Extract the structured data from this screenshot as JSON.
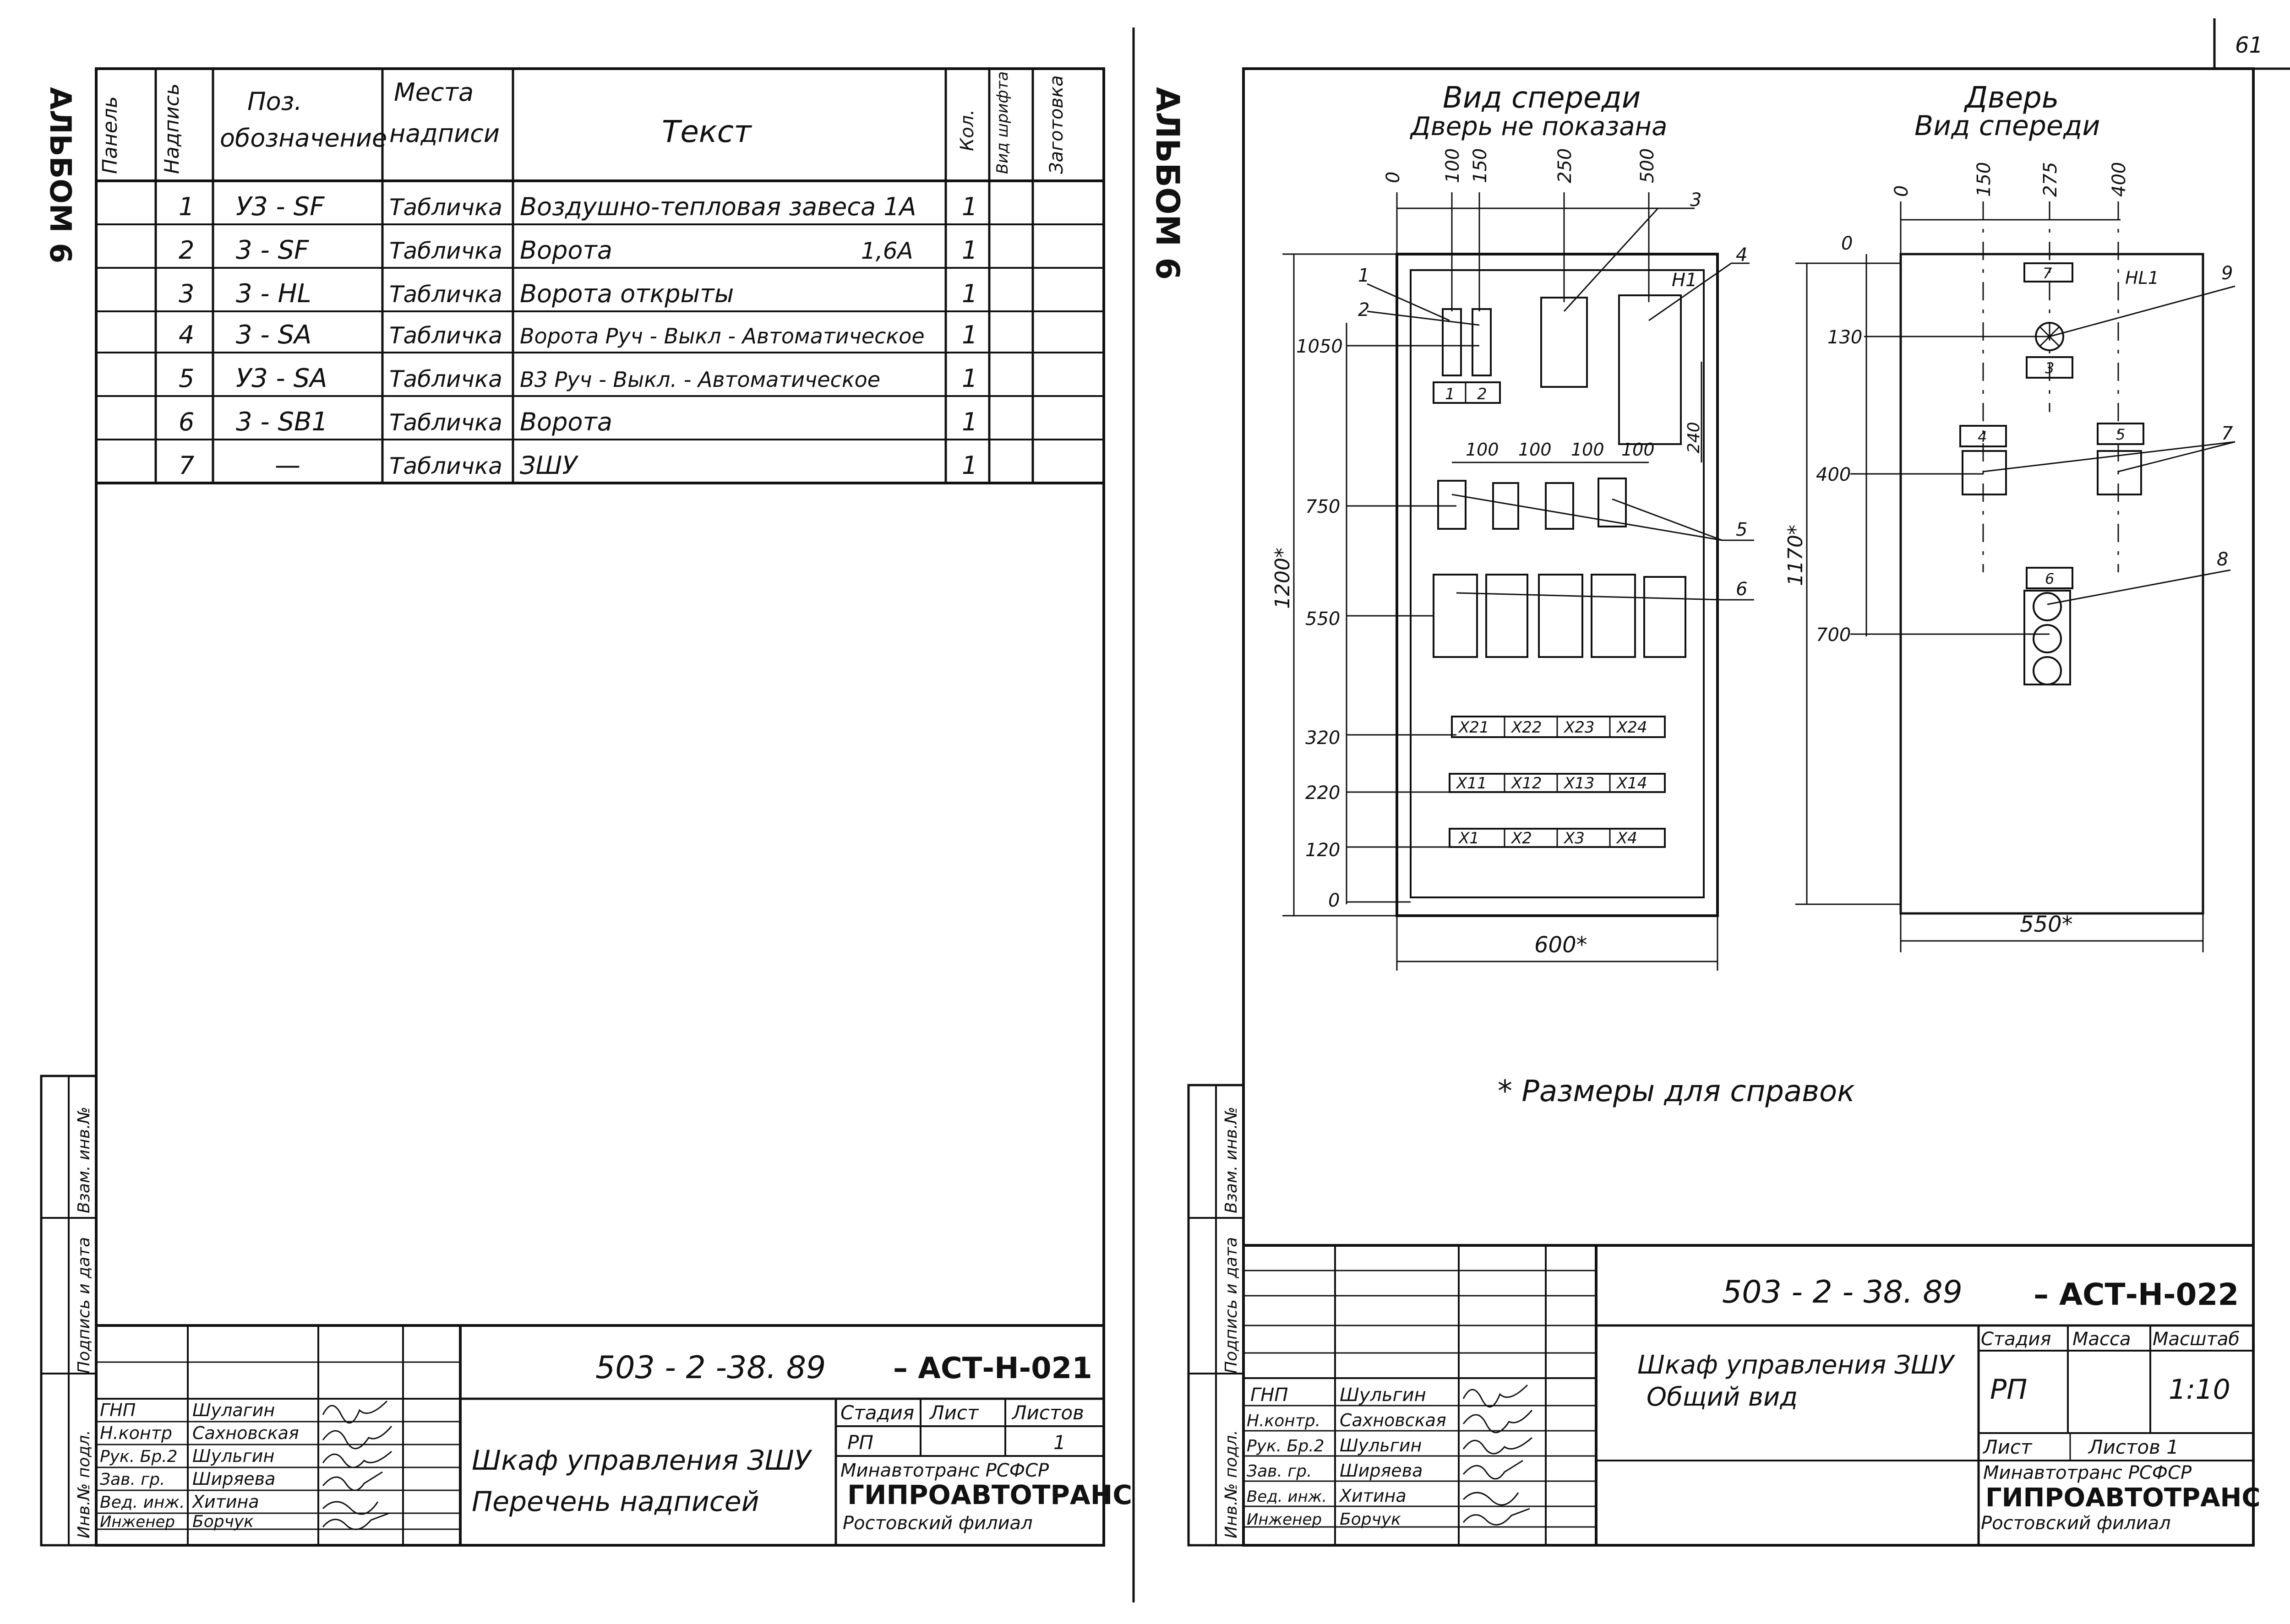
{
  "page_number": "61",
  "left_sheet": {
    "album_label": "АЛЬБОМ 6",
    "headers": {
      "panel": "Панель",
      "label_no": "Надпись",
      "pos": "Поз. обозначение",
      "place": "Места надписи",
      "text": "Текст",
      "qty": "Кол.",
      "font": "Вид шрифта",
      "blank": "Заготовка"
    },
    "rows": [
      {
        "n": "1",
        "pos": "У3 - SF",
        "place": "Табличка",
        "text": "Воздушно-тепловая завеса 1А",
        "qty": "1"
      },
      {
        "n": "2",
        "pos": "3 - SF",
        "place": "Табличка",
        "text": "Ворота",
        "extra": "1,6А",
        "qty": "1"
      },
      {
        "n": "3",
        "pos": "3 - HL",
        "place": "Табличка",
        "text": "Ворота открыты",
        "qty": "1"
      },
      {
        "n": "4",
        "pos": "3 - SA",
        "place": "Табличка",
        "text": "Ворота Руч - Выкл - Автоматическое",
        "qty": "1"
      },
      {
        "n": "5",
        "pos": "У3 - SA",
        "place": "Табличка",
        "text": "В3 Руч - Выкл. - Автоматическое",
        "qty": "1"
      },
      {
        "n": "6",
        "pos": "3 - SB1",
        "place": "Табличка",
        "text": "Ворота",
        "qty": "1"
      },
      {
        "n": "7",
        "pos": "—",
        "place": "Табличка",
        "text": "ЗШУ",
        "qty": "1"
      }
    ],
    "side_stamp": {
      "inv_orig": "Инв.№ подл.",
      "sign_date": "Подпись и дата",
      "instead_inv": "Взам. инв.№"
    },
    "title_block": {
      "doc_code": "503 - 2 -38. 89",
      "doc_suffix": "– АСТ-Н-021",
      "roles": [
        "ГНП",
        "Н.контр",
        "Рук. Бр.2",
        "Зав. гр.",
        "Вед. инж.",
        "Инженер"
      ],
      "names": [
        "Шулагин",
        "Сахновская",
        "Шульгин",
        "Ширяева",
        "Хитина",
        "Борчук"
      ],
      "title_line1": "Шкаф управления ЗШУ",
      "title_line2": "Перечень надписей",
      "stage_label": "Стадия",
      "sheet_label": "Лист",
      "sheets_label": "Листов",
      "stage": "РП",
      "sheets": "1",
      "ministry": "Минавтотранс РСФСР",
      "org": "ГИПРОАВТОТРАНС",
      "branch": "Ростовский филиал"
    }
  },
  "right_sheet": {
    "album_label": "АЛЬБОМ 6",
    "front_view_title": "Вид спереди",
    "front_view_subtitle": "Дверь не показана",
    "door_title": "Дверь",
    "door_subtitle": "Вид спереди",
    "front_top_dims": [
      "0",
      "100",
      "150",
      "250",
      "500"
    ],
    "front_left_dims": [
      "1050",
      "750",
      "550",
      "320",
      "220",
      "120",
      "0"
    ],
    "front_overall_height": "1200*",
    "front_width": "600*",
    "front_spacing": [
      "100",
      "100",
      "100",
      "100"
    ],
    "front_dim_240": "240",
    "front_h1": "Н1",
    "terminal_rows": [
      [
        "X21",
        "X22",
        "X23",
        "X24"
      ],
      [
        "X11",
        "X12",
        "X13",
        "X14"
      ],
      [
        "X1",
        "X2",
        "X3",
        "X4"
      ]
    ],
    "small_labels": [
      "1",
      "2"
    ],
    "callouts": [
      "1",
      "2",
      "3",
      "4",
      "5",
      "6"
    ],
    "door_top_dims": [
      "0",
      "150",
      "275",
      "400"
    ],
    "door_left_dims": [
      "0",
      "130",
      "400",
      "700"
    ],
    "door_height": "1170*",
    "door_width": "550*",
    "door_hl": "НL1",
    "door_plates": [
      "7",
      "3",
      "4",
      "5",
      "6"
    ],
    "door_callouts": [
      "9",
      "7",
      "8"
    ],
    "footnote": "* Размеры для справок",
    "side_stamp": {
      "inv_orig": "Инв.№ подл.",
      "sign_date": "Подпись и дата",
      "instead_inv": "Взам. инв.№"
    },
    "title_block": {
      "doc_code": "503 - 2 - 38. 89",
      "doc_suffix": "– АСТ-Н-022",
      "roles": [
        "ГНП",
        "Н.контр.",
        "Рук. Бр.2",
        "Зав. гр.",
        "Вед. инж.",
        "Инженер"
      ],
      "names": [
        "Шульгин",
        "Сахновская",
        "Шульгин",
        "Ширяева",
        "Хитина",
        "Борчук"
      ],
      "title_line1": "Шкаф управления ЗШУ",
      "title_line2": "Общий вид",
      "stage_label": "Стадия",
      "mass_label": "Масса",
      "scale_label": "Масштаб",
      "stage": "РП",
      "scale": "1:10",
      "sheet_label": "Лист",
      "sheets_label": "Листов 1",
      "ministry": "Минавтотранс РСФСР",
      "org": "ГИПРОАВТОТРАНС",
      "branch": "Ростовский филиал"
    }
  }
}
